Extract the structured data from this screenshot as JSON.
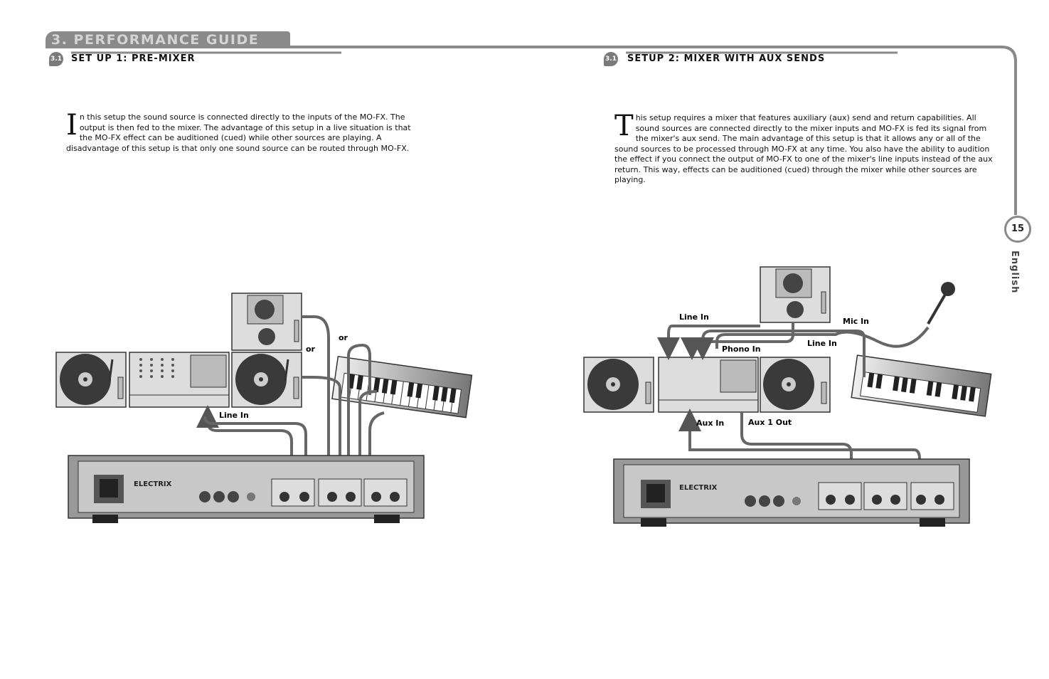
{
  "header": {
    "chapter_title": "3. PERFORMANCE GUIDE",
    "page_number": "15",
    "language": "English"
  },
  "section1": {
    "badge": "3.1",
    "title": "SET UP 1: PRE-MIXER",
    "dropcap": "I",
    "body": "n this setup the sound source is connected directly to the inputs of the MO-FX. The output is then fed to the mixer.  The advantage of this setup in a live situation is that the MO-FX effect can be auditioned (cued) while other sources are playing.   A disadvantage of this setup is that only one sound source can be routed through MO-FX.",
    "diagram": {
      "label_line_in": "Line In",
      "label_or_1": "or",
      "label_or_2": "or",
      "brand": "ELECTRIX"
    }
  },
  "section2": {
    "badge": "3.1",
    "title": "SETUP 2: MIXER WITH AUX SENDS",
    "dropcap": "T",
    "body": "his setup requires a mixer that features auxiliary (aux) send and return capabilities. All sound sources are connected directly to the mixer inputs and MO-FX is fed its signal from the mixer's aux send. The main advantage of this setup is that it allows any or all of the sound sources to be processed through MO-FX at any time. You also have the ability to audition the effect if you connect the output of MO-FX to one of the mixer's line inputs instead of the aux return. This way, effects can be auditioned (cued) through the mixer while other sources are playing.",
    "diagram": {
      "label_line_in_left": "Line In",
      "label_mic_in": "Mic In",
      "label_phono_in": "Phono In",
      "label_line_in_right": "Line In",
      "label_aux_in": "Aux In",
      "label_aux_out": "Aux 1 Out",
      "brand": "ELECTRIX"
    }
  }
}
